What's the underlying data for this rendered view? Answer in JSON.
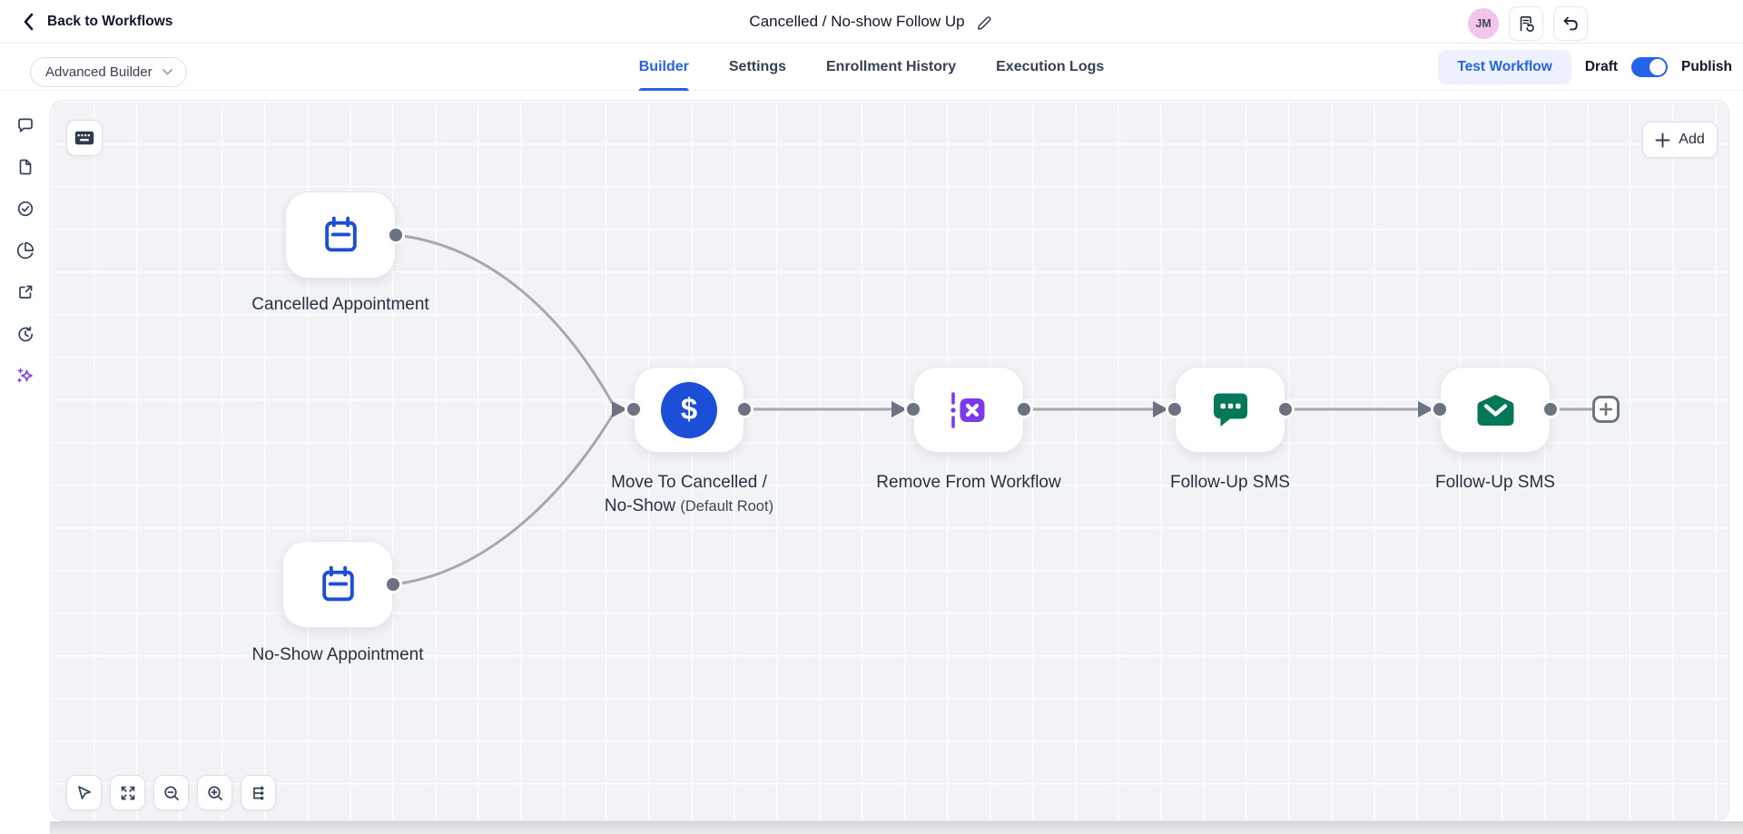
{
  "header": {
    "back_label": "Back to Workflows",
    "title": "Cancelled / No-show Follow Up",
    "avatar_initials": "JM"
  },
  "toolbar": {
    "builder_select_value": "Advanced Builder",
    "tabs": [
      "Builder",
      "Settings",
      "Enrollment History",
      "Execution Logs"
    ],
    "active_tab": "Builder",
    "test_workflow_label": "Test Workflow",
    "draft_label": "Draft",
    "publish_label": "Publish",
    "publish_toggle_on": true
  },
  "sidebar": {
    "icons": [
      "comment-icon",
      "file-icon",
      "check-circle-icon",
      "pie-chart-icon",
      "external-link-icon",
      "history-icon",
      "ai-sparkle-icon"
    ]
  },
  "canvas": {
    "add_button_label": "Add",
    "triggers": [
      {
        "label": "Cancelled Appointment",
        "icon": "calendar-icon"
      },
      {
        "label": "No-Show Appointment",
        "icon": "calendar-icon"
      }
    ],
    "actions": [
      {
        "label_line1": "Move To Cancelled /",
        "label_line2": "No-Show",
        "label_suffix": "(Default Root)",
        "icon": "dollar-icon",
        "icon_glyph": "$"
      },
      {
        "label": "Remove From Workflow",
        "icon": "remove-from-workflow-icon"
      },
      {
        "label": "Follow-Up SMS",
        "icon": "sms-bubble-icon"
      },
      {
        "label": "Follow-Up SMS",
        "icon": "email-envelope-icon"
      }
    ]
  },
  "colors": {
    "accent_blue": "#2563eb",
    "node_blue": "#1c4ed8",
    "purple": "#7c3aed",
    "green": "#047857",
    "edge_gray": "#a7a8af",
    "dot_gray": "#6b7280",
    "avatar_pink": "#f2c5ef",
    "canvas_bg": "#f2f3f6"
  }
}
